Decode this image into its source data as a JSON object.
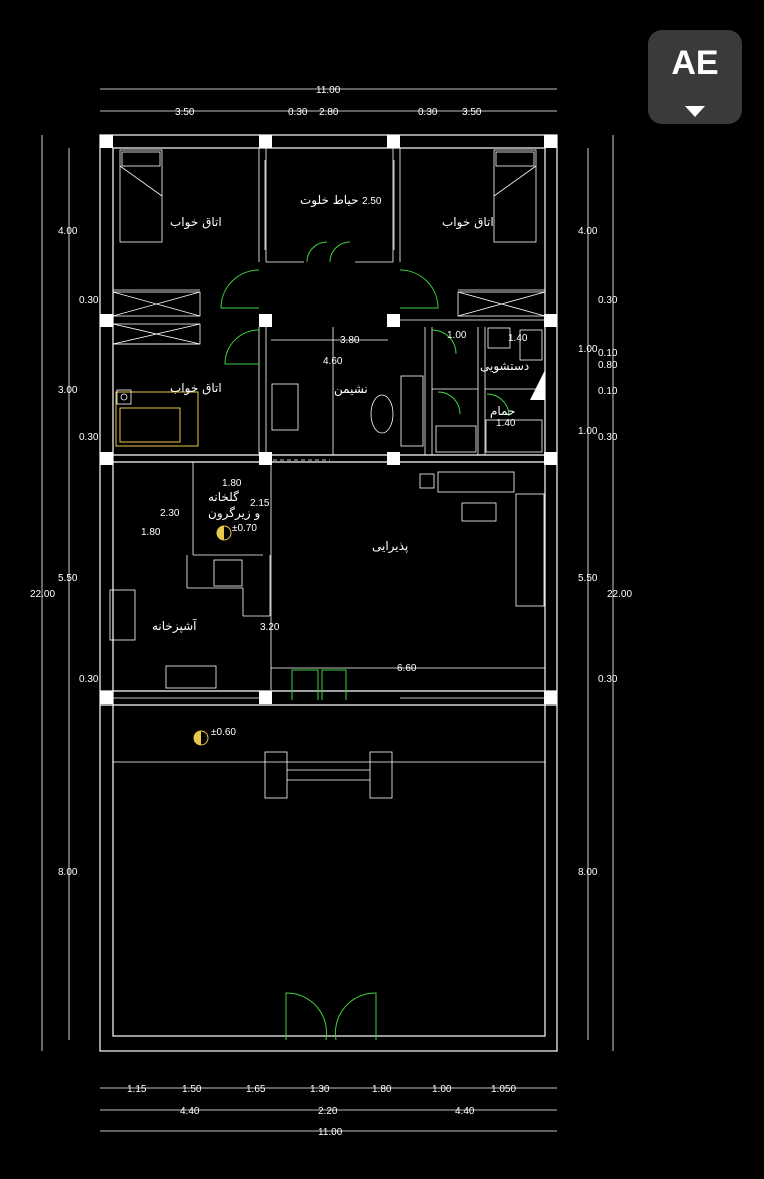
{
  "toolbar": {
    "text_tool_label": "AE",
    "icon": "text-style-icon"
  },
  "dimensions": {
    "top_total": "11.00",
    "top_3_50_left": "3.50",
    "top_0_30_left": "0.30",
    "top_2_80": "2.80",
    "top_0_30_right": "0.30",
    "top_3_50_right": "3.50",
    "left_4_00": "4.00",
    "left_0_30_a": "0.30",
    "left_3_00": "3.00",
    "left_0_30_b": "0.30",
    "left_5_50": "5.50",
    "left_0_30_c": "0.30",
    "left_8_00": "8.00",
    "left_total": "22.00",
    "right_4_00": "4.00",
    "right_0_30_a": "0.30",
    "right_1_00_a": "1.00",
    "right_0_10_a": "0.10",
    "right_0_80": "0.80",
    "right_0_10_b": "0.10",
    "right_1_00_b": "1.00",
    "right_0_30_b": "0.30",
    "right_5_50": "5.50",
    "right_0_30_c": "0.30",
    "right_8_00": "8.00",
    "right_total": "22.00",
    "inner_3_80": "3.80",
    "inner_4_60": "4.60",
    "inner_1_00": "1.00",
    "inner_1_40_a": "1.40",
    "inner_1_40_b": "1.40",
    "inner_2_50": "2.50",
    "inner_1_80_a": "1.80",
    "inner_2_15": "2.15",
    "inner_2_30": "2.30",
    "inner_1_80_b": "1.80",
    "inner_3_20": "3.20",
    "inner_6_60": "6.60",
    "level_070": "±0.70",
    "level_060": "±0.60",
    "bottom_1_15": "1.15",
    "bottom_1_50": "1.50",
    "bottom_1_65": "1.65",
    "bottom_1_30": "1.30",
    "bottom_1_80": "1.80",
    "bottom_1_00": "1.00",
    "bottom_1_050": "1.050",
    "bottom_4_40_left": "4.40",
    "bottom_2_20": "2.20",
    "bottom_4_40_right": "4.40",
    "bottom_total": "11.00"
  },
  "rooms": {
    "bedroom_left": "اتاق خواب",
    "bedroom_right": "اتاق خواب",
    "bedroom_lower": "اتاق خواب",
    "courtyard": "حیاط خلوت",
    "living": "نشیمن",
    "wc": "دستشویی",
    "bath": "حمام",
    "reception": "پذیرایی",
    "kitchen": "آشپزخانه",
    "greenhouse_line1": "گلخانه",
    "greenhouse_line2": "و زیرگرون"
  }
}
